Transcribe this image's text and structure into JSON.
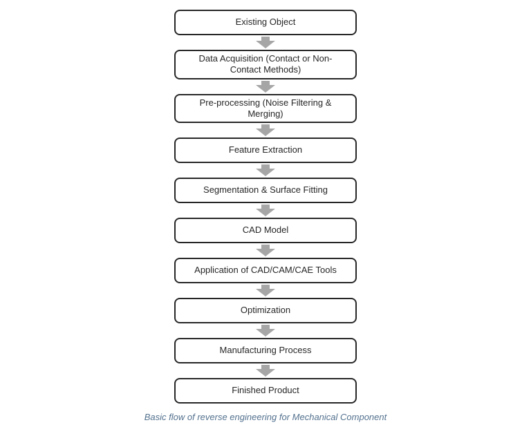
{
  "flowchart": {
    "steps": [
      {
        "label": "Existing Object"
      },
      {
        "label": "Data Acquisition (Contact or Non-Contact Methods)"
      },
      {
        "label": "Pre-processing (Noise Filtering & Merging)"
      },
      {
        "label": "Feature Extraction"
      },
      {
        "label": "Segmentation & Surface Fitting"
      },
      {
        "label": "CAD Model"
      },
      {
        "label": "Application of CAD/CAM/CAE Tools"
      },
      {
        "label": "Optimization"
      },
      {
        "label": "Manufacturing Process"
      },
      {
        "label": "Finished Product"
      }
    ],
    "caption": "Basic flow of reverse engineering for Mechanical Component",
    "connector": "down-block-arrow",
    "colors": {
      "box_border": "#262626",
      "box_fill": "#ffffff",
      "box_text": "#262626",
      "arrow_fill": "#a6a6a6",
      "caption_text": "#53718e",
      "background": "#ffffff"
    }
  }
}
